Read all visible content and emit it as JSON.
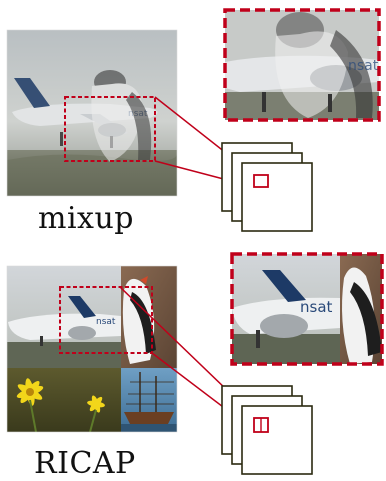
{
  "labels": {
    "mixup": "mixup",
    "ricap": "RICAP"
  },
  "colors": {
    "highlight_red": "#c0001a",
    "feature_map_stroke": "#2b2a10"
  },
  "panels": {
    "mixup": {
      "image_content": "airliner blended with penguin",
      "crop_content": "zoomed blended crop"
    },
    "ricap": {
      "image_content": "four patches: airliner, penguin, yellow flower, sailing ship",
      "crop_content": "zoomed crop of airliner and penguin boundary"
    }
  }
}
